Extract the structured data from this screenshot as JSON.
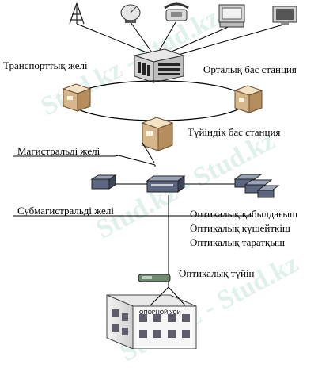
{
  "watermark": {
    "text": "Stud.kz - Stud.kz"
  },
  "labels": {
    "transport_network": "Транспорттық желі",
    "central_station": "Орталық бас станция",
    "node_station": "Түйіндік бас станция",
    "trunk_network": "Магистральді желі",
    "optical_receiver": "Оптикалық қабылдағыш",
    "optical_amplifier": "Оптикалық күшейткіш",
    "optical_transmitter": "Оптикалық таратқыш",
    "subtrunk_network": "Субмагистральді желі",
    "optical_node": "Оптикалық түйін",
    "building_sign": "ОПОРНОЙ УСИ"
  },
  "colors": {
    "line": "#000000",
    "box_light": "#e9d2ad",
    "box_dark": "#b58c5c",
    "device": "#4a5670"
  }
}
